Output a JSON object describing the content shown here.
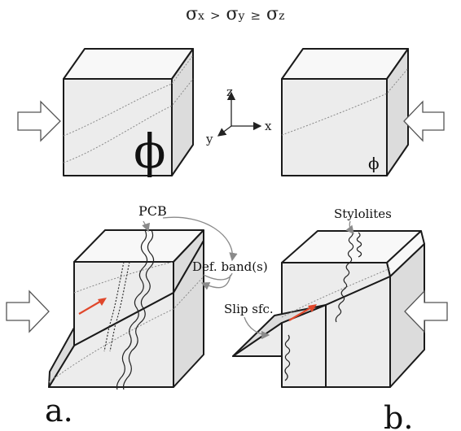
{
  "header": {
    "stress_sigma": "σ",
    "stress_order": [
      {
        "sym": "σ",
        "sub": "x",
        "rel": ">"
      },
      {
        "sym": "σ",
        "sub": "y",
        "rel": "≥"
      },
      {
        "sym": "σ",
        "sub": "z",
        "rel": ""
      }
    ]
  },
  "axes": {
    "x": "x",
    "y": "y",
    "z": "z"
  },
  "blocks": {
    "a_top_phi": "ϕ",
    "b_top_phi": "ϕ"
  },
  "labels": {
    "pcb": "PCB",
    "def_bands": "Def. band(s)",
    "stylolites": "Stylolites",
    "slip_surface": "Slip sfc.",
    "panel_a": "a.",
    "panel_b": "b."
  },
  "colors": {
    "shear_arrow": "#e0472b",
    "block_outline": "#1a1a1a",
    "annotation": "#8a8a8a"
  }
}
